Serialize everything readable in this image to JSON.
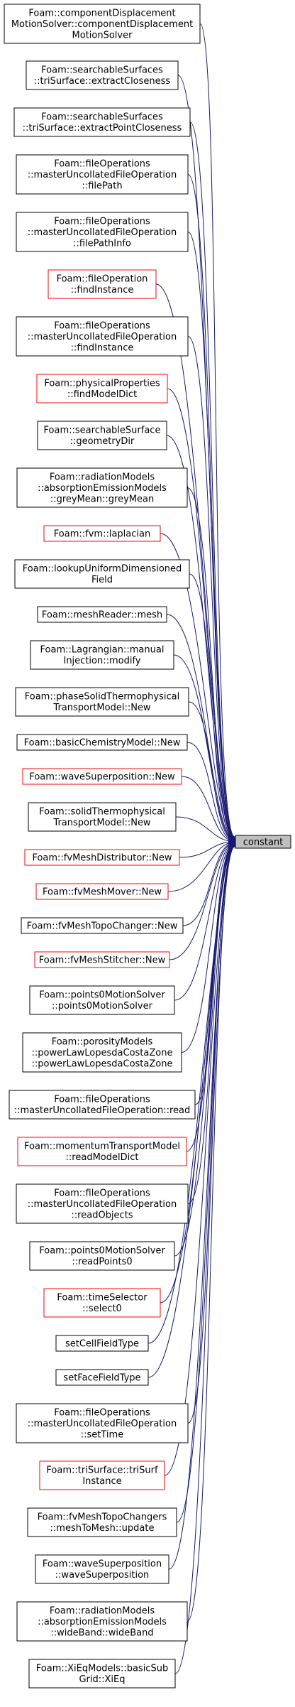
{
  "target": {
    "label": "constant"
  },
  "colors": {
    "edge": "#191970",
    "border_normal": "#000000",
    "border_highlight": "#ff0000",
    "target_fill": "#bfbfbf"
  },
  "callers": [
    {
      "lines": [
        "Foam::componentDisplacement",
        "MotionSolver::componentDisplacement",
        "MotionSolver"
      ],
      "style": "normal"
    },
    {
      "lines": [
        "Foam::searchableSurfaces",
        "::triSurface::extractCloseness"
      ],
      "style": "normal"
    },
    {
      "lines": [
        "Foam::searchableSurfaces",
        "::triSurface::extractPointCloseness"
      ],
      "style": "normal"
    },
    {
      "lines": [
        "Foam::fileOperations",
        "::masterUncollatedFileOperation",
        "::filePath"
      ],
      "style": "normal"
    },
    {
      "lines": [
        "Foam::fileOperations",
        "::masterUncollatedFileOperation",
        "::filePathInfo"
      ],
      "style": "normal"
    },
    {
      "lines": [
        "Foam::fileOperation",
        "::findInstance"
      ],
      "style": "highlight"
    },
    {
      "lines": [
        "Foam::fileOperations",
        "::masterUncollatedFileOperation",
        "::findInstance"
      ],
      "style": "normal"
    },
    {
      "lines": [
        "Foam::physicalProperties",
        "::findModelDict"
      ],
      "style": "highlight"
    },
    {
      "lines": [
        "Foam::searchableSurface",
        "::geometryDir"
      ],
      "style": "normal"
    },
    {
      "lines": [
        "Foam::radiationModels",
        "::absorptionEmissionModels",
        "::greyMean::greyMean"
      ],
      "style": "normal"
    },
    {
      "lines": [
        "Foam::fvm::laplacian"
      ],
      "style": "highlight"
    },
    {
      "lines": [
        "Foam::lookupUniformDimensioned",
        "Field"
      ],
      "style": "normal"
    },
    {
      "lines": [
        "Foam::meshReader::mesh"
      ],
      "style": "normal"
    },
    {
      "lines": [
        "Foam::Lagrangian::manual",
        "Injection::modify"
      ],
      "style": "normal"
    },
    {
      "lines": [
        "Foam::phaseSolidThermophysical",
        "TransportModel::New"
      ],
      "style": "normal"
    },
    {
      "lines": [
        "Foam::basicChemistryModel::New"
      ],
      "style": "normal"
    },
    {
      "lines": [
        "Foam::waveSuperposition::New"
      ],
      "style": "highlight"
    },
    {
      "lines": [
        "Foam::solidThermophysical",
        "TransportModel::New"
      ],
      "style": "normal"
    },
    {
      "lines": [
        "Foam::fvMeshDistributor::New"
      ],
      "style": "highlight"
    },
    {
      "lines": [
        "Foam::fvMeshMover::New"
      ],
      "style": "highlight"
    },
    {
      "lines": [
        "Foam::fvMeshTopoChanger::New"
      ],
      "style": "normal"
    },
    {
      "lines": [
        "Foam::fvMeshStitcher::New"
      ],
      "style": "highlight"
    },
    {
      "lines": [
        "Foam::points0MotionSolver",
        "::points0MotionSolver"
      ],
      "style": "normal"
    },
    {
      "lines": [
        "Foam::porosityModels",
        "::powerLawLopesdaCostaZone",
        "::powerLawLopesdaCostaZone"
      ],
      "style": "normal"
    },
    {
      "lines": [
        "Foam::fileOperations",
        "::masterUncollatedFileOperation::read"
      ],
      "style": "normal"
    },
    {
      "lines": [
        "Foam::momentumTransportModel",
        "::readModelDict"
      ],
      "style": "highlight"
    },
    {
      "lines": [
        "Foam::fileOperations",
        "::masterUncollatedFileOperation",
        "::readObjects"
      ],
      "style": "normal"
    },
    {
      "lines": [
        "Foam::points0MotionSolver",
        "::readPoints0"
      ],
      "style": "normal"
    },
    {
      "lines": [
        "Foam::timeSelector",
        "::select0"
      ],
      "style": "highlight"
    },
    {
      "lines": [
        "setCellFieldType"
      ],
      "style": "normal"
    },
    {
      "lines": [
        "setFaceFieldType"
      ],
      "style": "normal"
    },
    {
      "lines": [
        "Foam::fileOperations",
        "::masterUncollatedFileOperation",
        "::setTime"
      ],
      "style": "normal"
    },
    {
      "lines": [
        "Foam::triSurface::triSurf",
        "Instance"
      ],
      "style": "highlight"
    },
    {
      "lines": [
        "Foam::fvMeshTopoChangers",
        "::meshToMesh::update"
      ],
      "style": "normal"
    },
    {
      "lines": [
        "Foam::waveSuperposition",
        "::waveSuperposition"
      ],
      "style": "normal"
    },
    {
      "lines": [
        "Foam::radiationModels",
        "::absorptionEmissionModels",
        "::wideBand::wideBand"
      ],
      "style": "normal"
    },
    {
      "lines": [
        "Foam::XiEqModels::basicSub",
        "Grid::XiEq"
      ],
      "style": "normal"
    }
  ]
}
